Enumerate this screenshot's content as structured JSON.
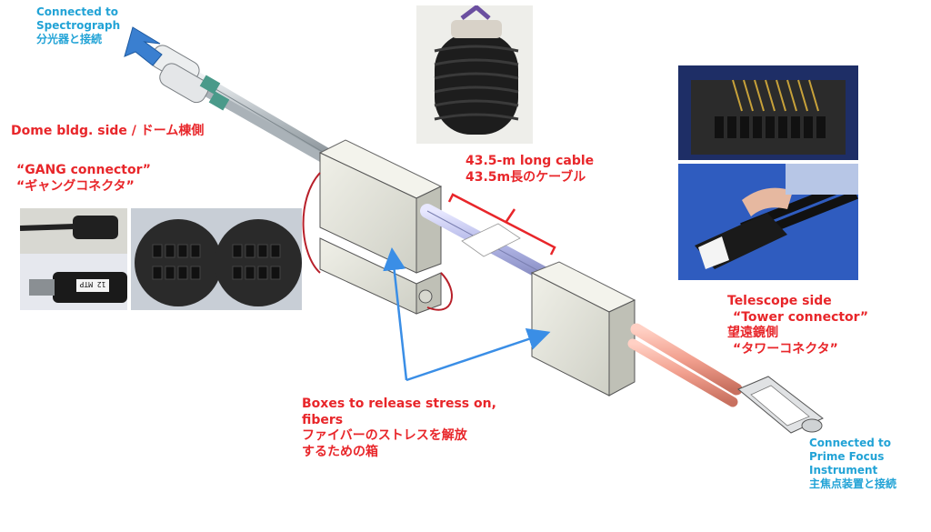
{
  "labels": {
    "spectrograph_en": "Connected to\nSpectrograph",
    "spectrograph_jp": "分光器と接続",
    "dome_side": "Dome bldg. side / ドーム棟側",
    "gang_en": "“GANG connector”",
    "gang_jp": "“ギャングコネクタ”",
    "cable_en": "43.5-m long cable",
    "cable_jp": "43.5m長のケーブル",
    "telescope_side": "Telescope side",
    "tower_en": "“Tower connector”",
    "telescope_jp": "望遠鏡側",
    "tower_jp": "“タワーコネクタ”",
    "boxes_en_1": "Boxes to release stress on,",
    "boxes_en_2": "fibers",
    "boxes_jp_1": "ファイバーのストレスを解放",
    "boxes_jp_2": "するための箱",
    "pfi_en_1": "Connected to",
    "pfi_en_2": "Prime Focus",
    "pfi_en_3": "Instrument",
    "pfi_jp": "主焦点装置と接続"
  },
  "connector_tag": "12 MTP",
  "colors": {
    "label_red": "#e8262a",
    "label_blue": "#22a3d6",
    "pointer_blue": "#3a8ee6",
    "tower_cable": "#f2a08f",
    "dome_cable": "#c9cfd3",
    "box_body": "#e6e6dc"
  }
}
